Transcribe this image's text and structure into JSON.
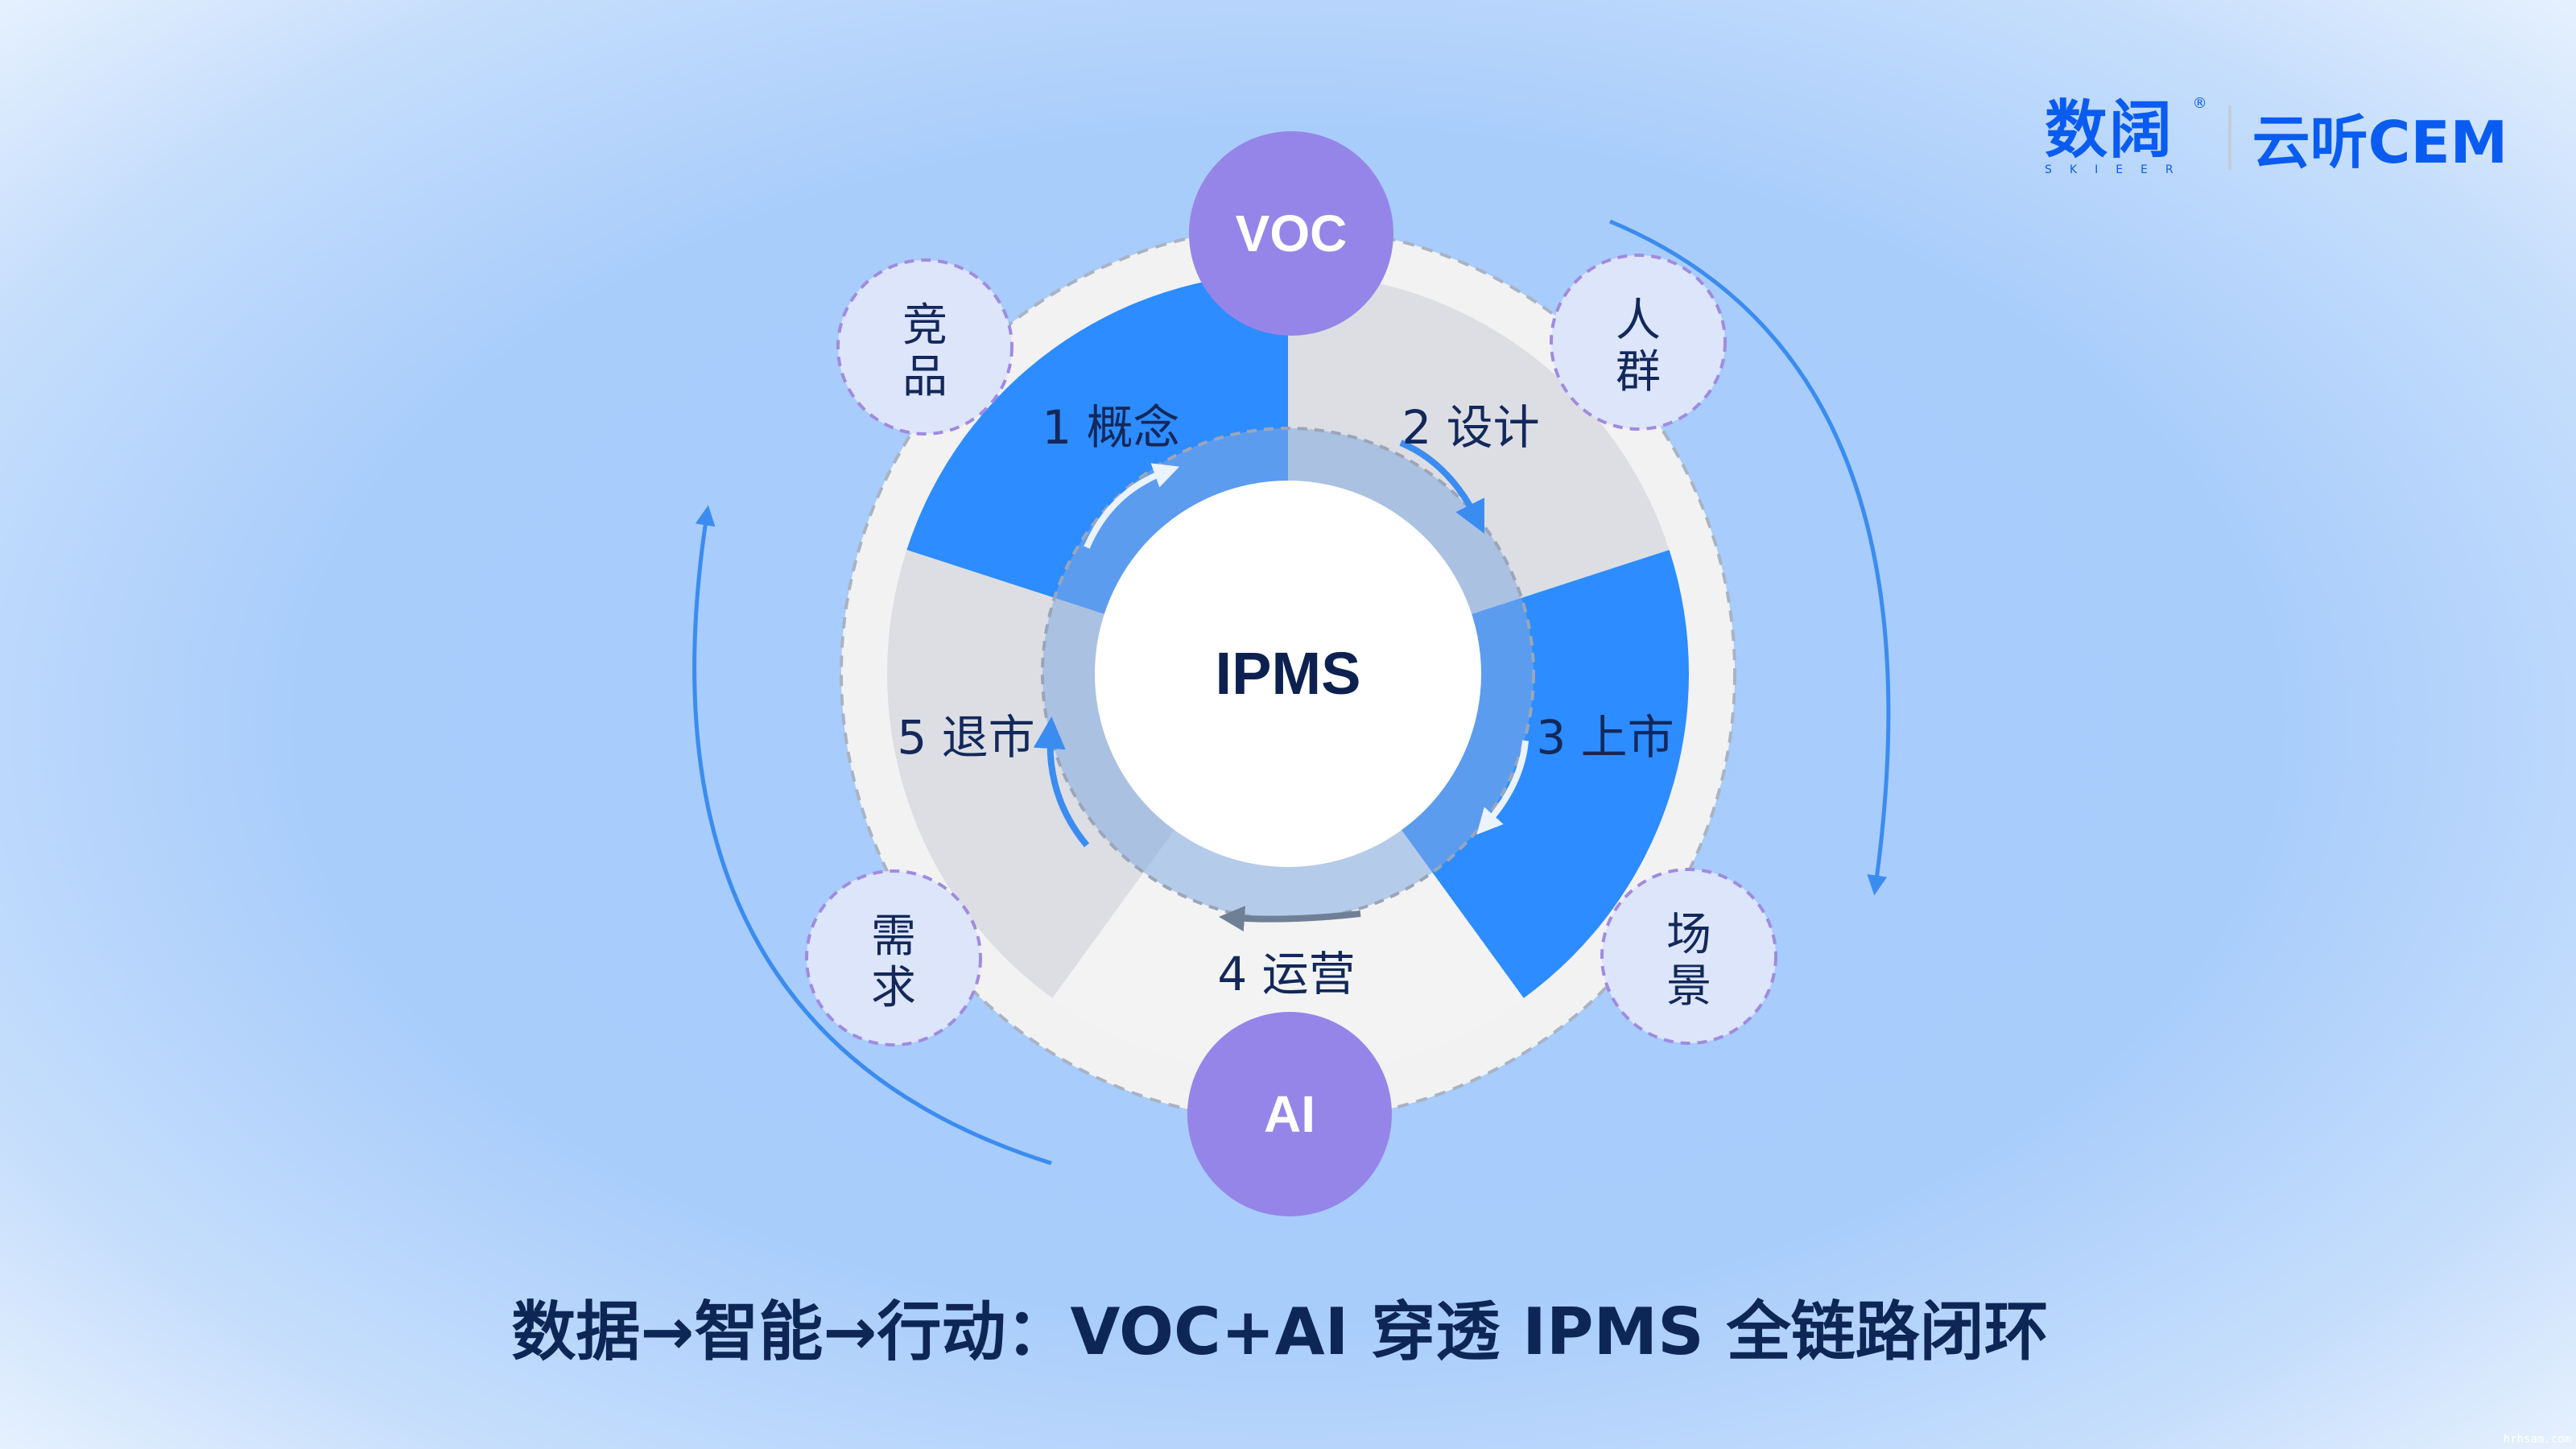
{
  "logo": {
    "brand": "数阔",
    "sub": "SKIEER",
    "registered": "®",
    "product": "云听CEM"
  },
  "center": "IPMS",
  "stages": [
    {
      "label": "1 概念",
      "color": "#2d8cff"
    },
    {
      "label": "2 设计",
      "color": "#dcdee3"
    },
    {
      "label": "3 上市",
      "color": "#2d8cff"
    },
    {
      "label": "4 运营",
      "color": "#f3f3f4"
    },
    {
      "label": "5 退市",
      "color": "#dcdee3"
    }
  ],
  "hubs": {
    "top": "VOC",
    "bottom": "AI",
    "color": "#9585e8"
  },
  "factors": [
    {
      "l1": "竞",
      "l2": "品"
    },
    {
      "l1": "人",
      "l2": "群"
    },
    {
      "l1": "需",
      "l2": "求"
    },
    {
      "l1": "场",
      "l2": "景"
    }
  ],
  "title": "数据→智能→行动：VOC+AI 穿透 IPMS 全链路闭环",
  "watermark": "hrhsam.com"
}
